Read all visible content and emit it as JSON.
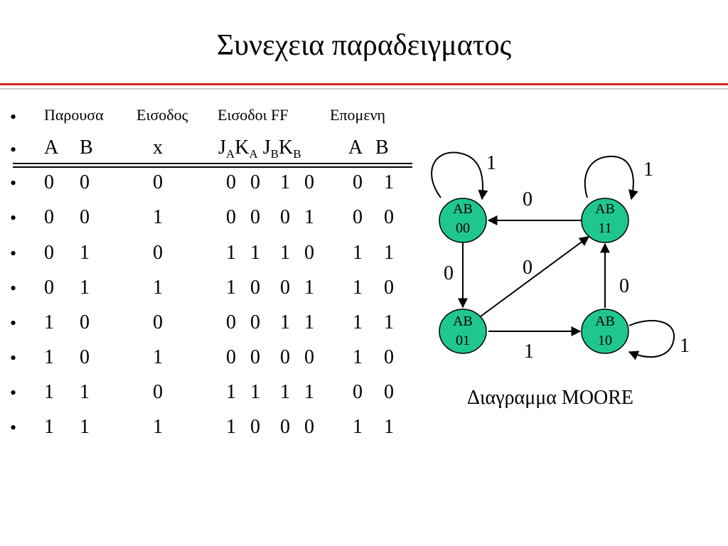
{
  "title": "Συνεχεια παραδειγματος",
  "bullet": "•",
  "table": {
    "header": [
      "Παρουσα",
      "Εισοδος",
      "Εισοδοι FF",
      "Επομενη"
    ],
    "subheader": {
      "a": "A",
      "b": "B",
      "x": "x",
      "ja_j": "J",
      "ja_s": "A",
      "ka_k": "K",
      "ka_s": "A",
      "jb_j": "J",
      "jb_s": "B",
      "kb_k": "K",
      "kb_s": "B",
      "next_a": "A",
      "next_b": "B"
    },
    "rows": [
      [
        "0",
        "0",
        "0",
        "0",
        "0",
        "1",
        "0",
        "0",
        "1"
      ],
      [
        "0",
        "0",
        "1",
        "0",
        "0",
        "0",
        "1",
        "0",
        "0"
      ],
      [
        "0",
        "1",
        "0",
        "1",
        "1",
        "1",
        "0",
        "1",
        "1"
      ],
      [
        "0",
        "1",
        "1",
        "1",
        "0",
        "0",
        "1",
        "1",
        "0"
      ],
      [
        "1",
        "0",
        "0",
        "0",
        "0",
        "1",
        "1",
        "1",
        "1"
      ],
      [
        "1",
        "0",
        "1",
        "0",
        "0",
        "0",
        "0",
        "1",
        "0"
      ],
      [
        "1",
        "1",
        "0",
        "1",
        "1",
        "1",
        "1",
        "0",
        "0"
      ],
      [
        "1",
        "1",
        "1",
        "1",
        "0",
        "0",
        "0",
        "1",
        "1"
      ]
    ]
  },
  "diagram": {
    "colors": {
      "node_fill": "#1fc78e",
      "stroke": "#000000"
    },
    "states": [
      {
        "id": "s00",
        "line1": "AB",
        "line2": "00"
      },
      {
        "id": "s11",
        "line1": "AB",
        "line2": "11"
      },
      {
        "id": "s01",
        "line1": "AB",
        "line2": "01"
      },
      {
        "id": "s10",
        "line1": "AB",
        "line2": "10"
      }
    ],
    "labels": {
      "loop_00": "1",
      "loop_11": "1",
      "loop_10": "1",
      "e_11_00": "0",
      "e_01_11": "0",
      "e_00_01": "0",
      "e_10_11": "0",
      "e_01_10": "1"
    },
    "caption": "Διαγραμμα MOORE"
  }
}
